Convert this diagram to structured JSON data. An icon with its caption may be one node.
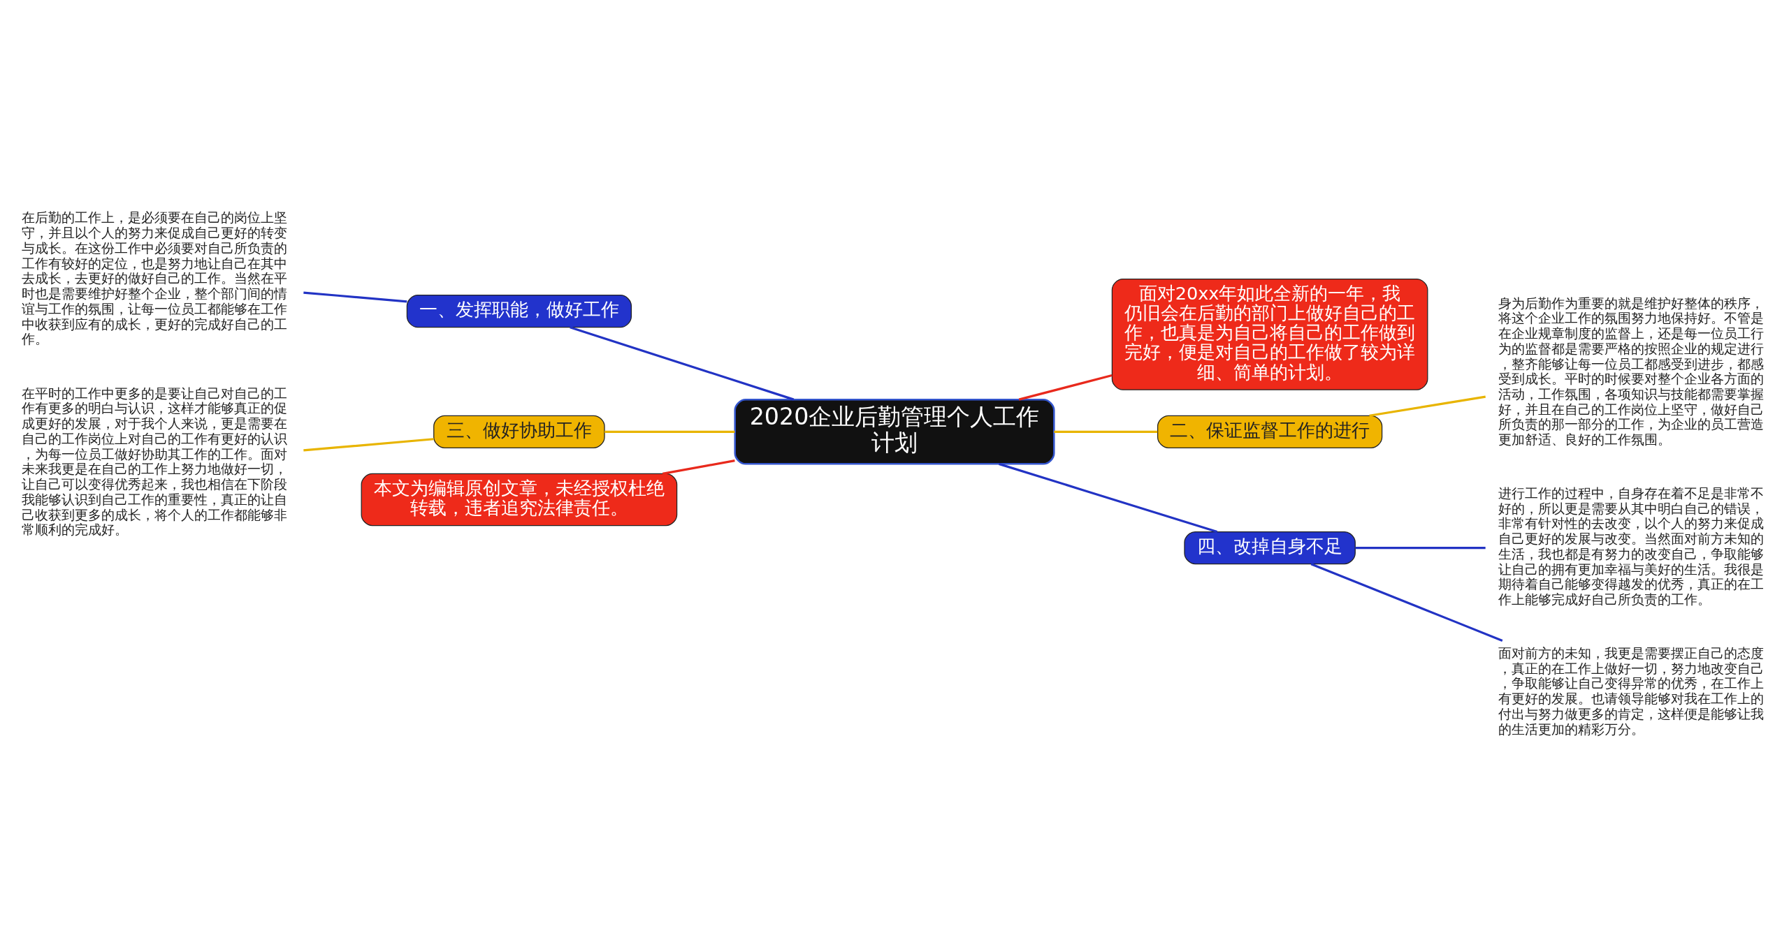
{
  "diagram": {
    "nodes": [
      {
        "text": [
          "2020企业后勤管理个人工作计划"
        ]
      },
      {
        "text": [
          "面对20xx年如此全新的一年，我仍旧会在后勤的部门上做好自己的工作，也真是为自己将自己的工作做到完好，便是对自己的工作做了较为详细、简单的计划。"
        ]
      },
      {
        "text": [
          "一、发挥职能，做好工作"
        ]
      },
      {
        "text": [
          "在后勤的工作上，是必须要在自己的岗位上坚守，并且以个人的努力来促成自己更好的转变与成长。在这份工作中必须要对自己所负责的工作有较好的定位，也是努力地让自己在其中去成长，去更好的做好自己的工作。当然在平时也是需要维护好整个企业，整个部门间的情谊与工作的氛围，让每一位员工都能够在工作中收获到应有的成长，更好的完成好自己的工作。"
        ]
      },
      {
        "text": [
          "二、保证监督工作的进行"
        ]
      },
      {
        "text": [
          "身为后勤作为重要的就是维护好整体的秩序，将这个企业工作的氛围努力地保持好。不管是在企业规章制度的监督上，还是每一位员工行为的监督都是需要严格的按照企业的规定进行，整齐能够让每一位员工都感受到进步，都感受到成长。平时的时候要对整个企业各方面的活动，工作氛围，各项知识与技能都需要掌握好，并且在自己的工作岗位上坚守，做好自己所负责的那一部分的工作，为企业的员工营造更加舒适、良好的工作氛围。"
        ]
      },
      {
        "text": [
          "三、做好协助工作"
        ]
      },
      {
        "text": [
          "在平时的工作中更多的是要让自己对自己的工作有更多的明白与认识，这样才能够真正的促成更好的发展，对于我个人来说，更是需要在自己的工作岗位上对自己的工作有更好的认识，为每一位员工做好协助其工作的工作。面对未来我更是在自己的工作上努力地做好一切，让自己可以变得优秀起来，我也相信在下阶段我能够认识到自己工作的重要性，真正的让自己收获到更多的成长，将个人的工作都能够非常顺利的完成好。"
        ]
      },
      {
        "text": [
          "本文为编辑原创文章，未经授权杜绝转载，违者追究法律责任。"
        ]
      },
      {
        "text": [
          "四、改掉自身不足"
        ]
      },
      {
        "text": [
          "进行工作的过程中，自身存在着不足是非常不好的，所以更是需要从其中明白自己的错误，非常有针对性的去改变，以个人的努力来促成自己更好的发展与改变。当然面对前方未知的生活，我也都是有努力的改变自己，争取能够让自己的拥有更加幸福与美好的生活。我很是期待着自己能够变得越发的优秀，真正的在工作上能够完成好自己所负责的工作。"
        ]
      },
      {
        "text": [
          "面对前方的未知，我更是需要摆正自己的态度，真正的在工作上做好一切，努力地改变自己，争取能够让自己变得异常的优秀，在工作上有更好的发展。也请领导能够对我在工作上的付出与努力做更多的肯定，这样便是能够让我的生活更加的精彩万分。"
        ]
      }
    ],
    "edges": [
      {
        "from": 0,
        "to": 1,
        "arrow": "none",
        "color": "#e8291c"
      },
      {
        "from": 0,
        "to": 2,
        "arrow": "none",
        "color": "#2233c4"
      },
      {
        "from": 2,
        "to": 3,
        "arrow": "none",
        "color": "#2233c4"
      },
      {
        "from": 0,
        "to": 4,
        "arrow": "none",
        "color": "#e8b400"
      },
      {
        "from": 4,
        "to": 5,
        "arrow": "none",
        "color": "#e8b400"
      },
      {
        "from": 0,
        "to": 6,
        "arrow": "none",
        "color": "#e8b400"
      },
      {
        "from": 6,
        "to": 7,
        "arrow": "none",
        "color": "#e8b400"
      },
      {
        "from": 0,
        "to": 8,
        "arrow": "none",
        "color": "#e8291c"
      },
      {
        "from": 0,
        "to": 9,
        "arrow": "none",
        "color": "#2233c4"
      },
      {
        "from": 9,
        "to": 10,
        "arrow": "none",
        "color": "#2233c4"
      },
      {
        "from": 9,
        "to": 11,
        "arrow": "none",
        "color": "#2233c4"
      }
    ]
  }
}
